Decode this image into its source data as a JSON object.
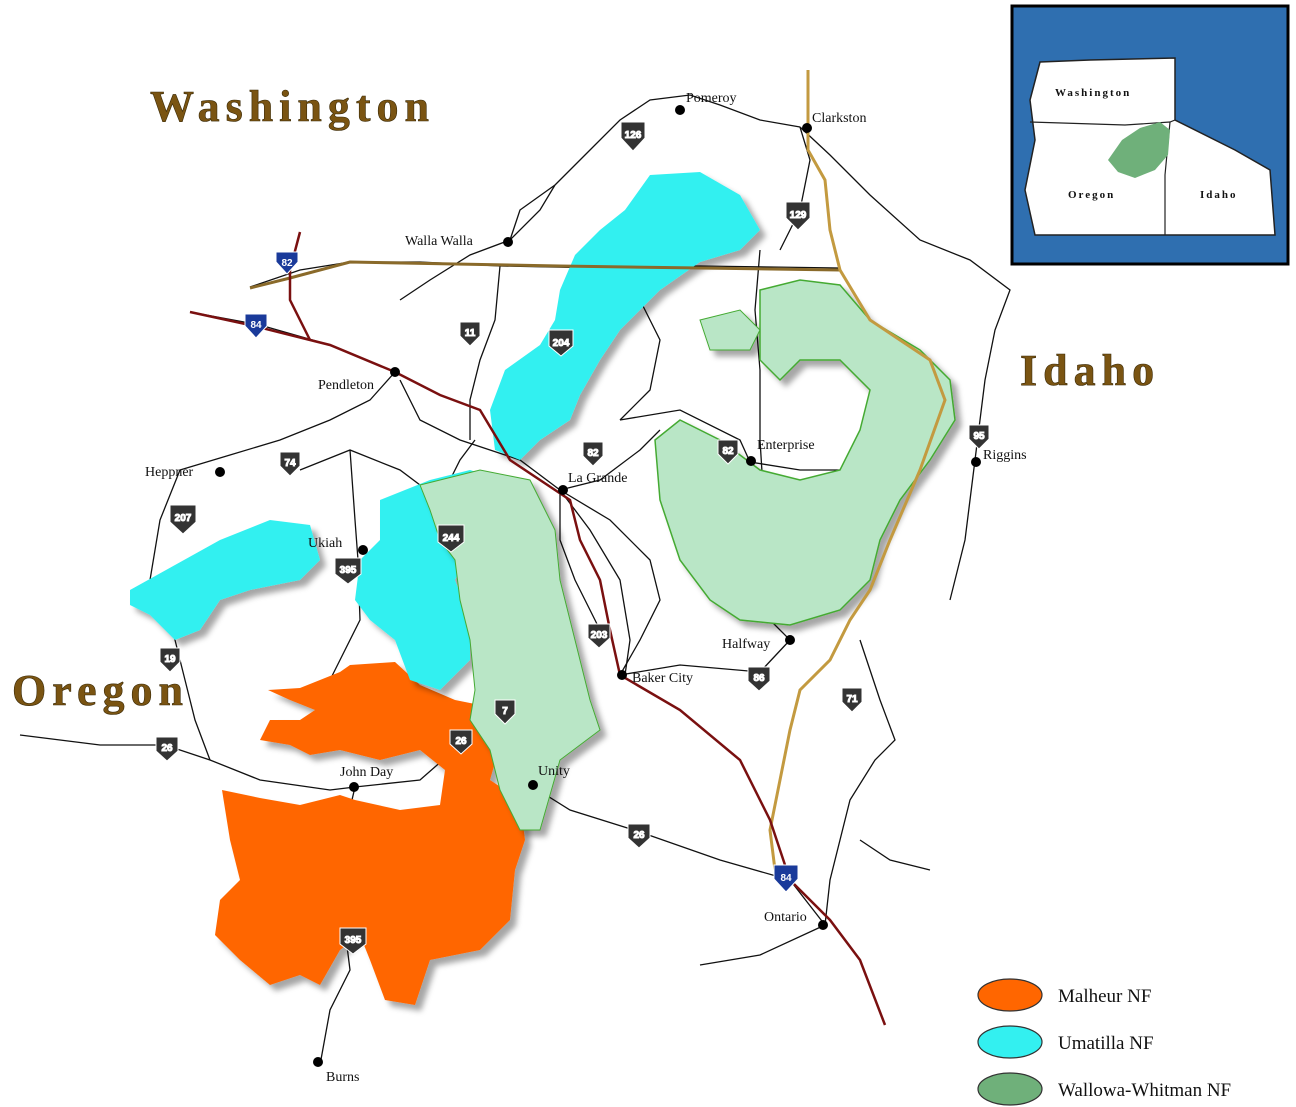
{
  "states": {
    "washington": "Washington",
    "idaho": "Idaho",
    "oregon": "Oregon"
  },
  "cities": {
    "pomeroy": "Pomeroy",
    "clarkston": "Clarkston",
    "walla_walla": "Walla Walla",
    "pendleton": "Pendleton",
    "heppner": "Heppner",
    "ukiah": "Ukiah",
    "la_grande": "La Grande",
    "enterprise": "Enterprise",
    "riggins": "Riggins",
    "halfway": "Halfway",
    "baker_city": "Baker City",
    "unity": "Unity",
    "john_day": "John Day",
    "ontario": "Ontario",
    "burns": "Burns"
  },
  "routes": {
    "i82": "82",
    "i84_nw": "84",
    "i84_se": "84",
    "r126": "126",
    "r129": "129",
    "r11": "11",
    "r204": "204",
    "r82": "82",
    "r82b": "82",
    "r74": "74",
    "r207": "207",
    "r244": "244",
    "r395_n": "395",
    "r395_s": "395",
    "r95": "95",
    "r203": "203",
    "r86": "86",
    "r7": "7",
    "r26_a": "26",
    "r26_b": "26",
    "r26_c": "26",
    "r19": "19",
    "r71": "71"
  },
  "legend": {
    "malheur": "Malheur NF",
    "umatilla": "Umatilla NF",
    "wallowa": "Wallowa-Whitman NF"
  },
  "inset": {
    "washington": "Washington",
    "oregon": "Oregon",
    "idaho": "Idaho"
  },
  "colors": {
    "malheur": "#ff6600",
    "umatilla": "#33f0f0",
    "wallowa": "#b9e6c6",
    "wallowa_edge": "#44aa33",
    "interstate": "#7a1010",
    "state_border": "#8a6a2a",
    "inset_water": "#2f6fb0",
    "inset_forest": "#6fb07a"
  }
}
